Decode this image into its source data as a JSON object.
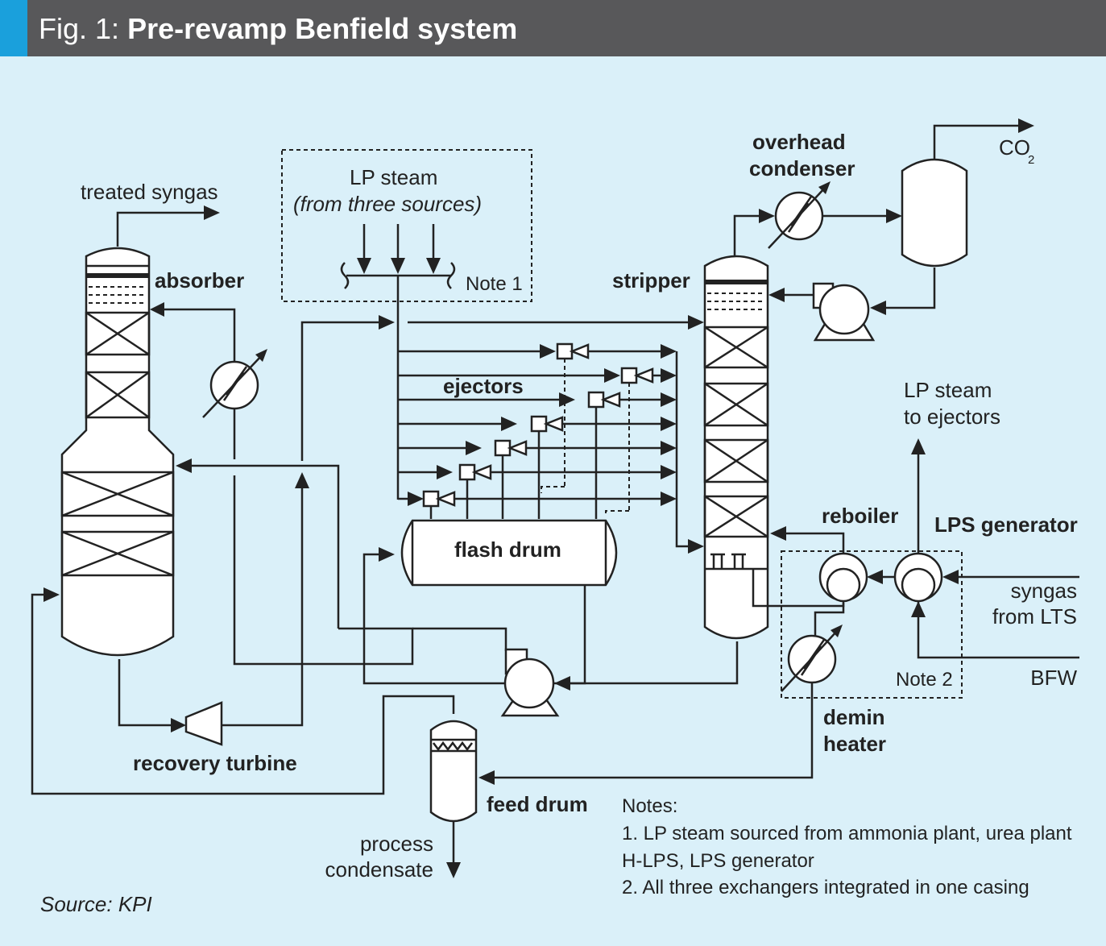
{
  "header": {
    "figure_label": "Fig. 1:",
    "title": "Pre-revamp Benfield system"
  },
  "labels": {
    "treated_syngas": "treated syngas",
    "absorber": "absorber",
    "lp_steam": "LP steam",
    "lp_steam_sources": "(from three sources)",
    "note1_tag": "Note 1",
    "overhead": "overhead",
    "condenser": "condenser",
    "co2_main": "CO",
    "co2_sub": "2",
    "stripper": "stripper",
    "ejectors": "ejectors",
    "lp_steam_to": "LP steam",
    "to_ejectors": "to ejectors",
    "reboiler": "reboiler",
    "lps_generator": "LPS generator",
    "flash_drum": "flash drum",
    "syngas": "syngas",
    "from_lts": "from LTS",
    "bfw": "BFW",
    "note2_tag": "Note 2",
    "demin": "demin",
    "heater": "heater",
    "recovery_turbine": "recovery turbine",
    "feed_drum": "feed drum",
    "process": "process",
    "condensate": "condensate"
  },
  "notes": {
    "heading": "Notes:",
    "items": [
      "1. LP steam sourced from ammonia plant, urea plant",
      "H-LPS, LPS generator",
      "2. All three exchangers integrated in one casing"
    ]
  },
  "source": "Source: KPI",
  "colors": {
    "background": "#daf0f9",
    "header_bar": "#58585a",
    "header_accent": "#1aa0dc",
    "line": "#222222"
  }
}
